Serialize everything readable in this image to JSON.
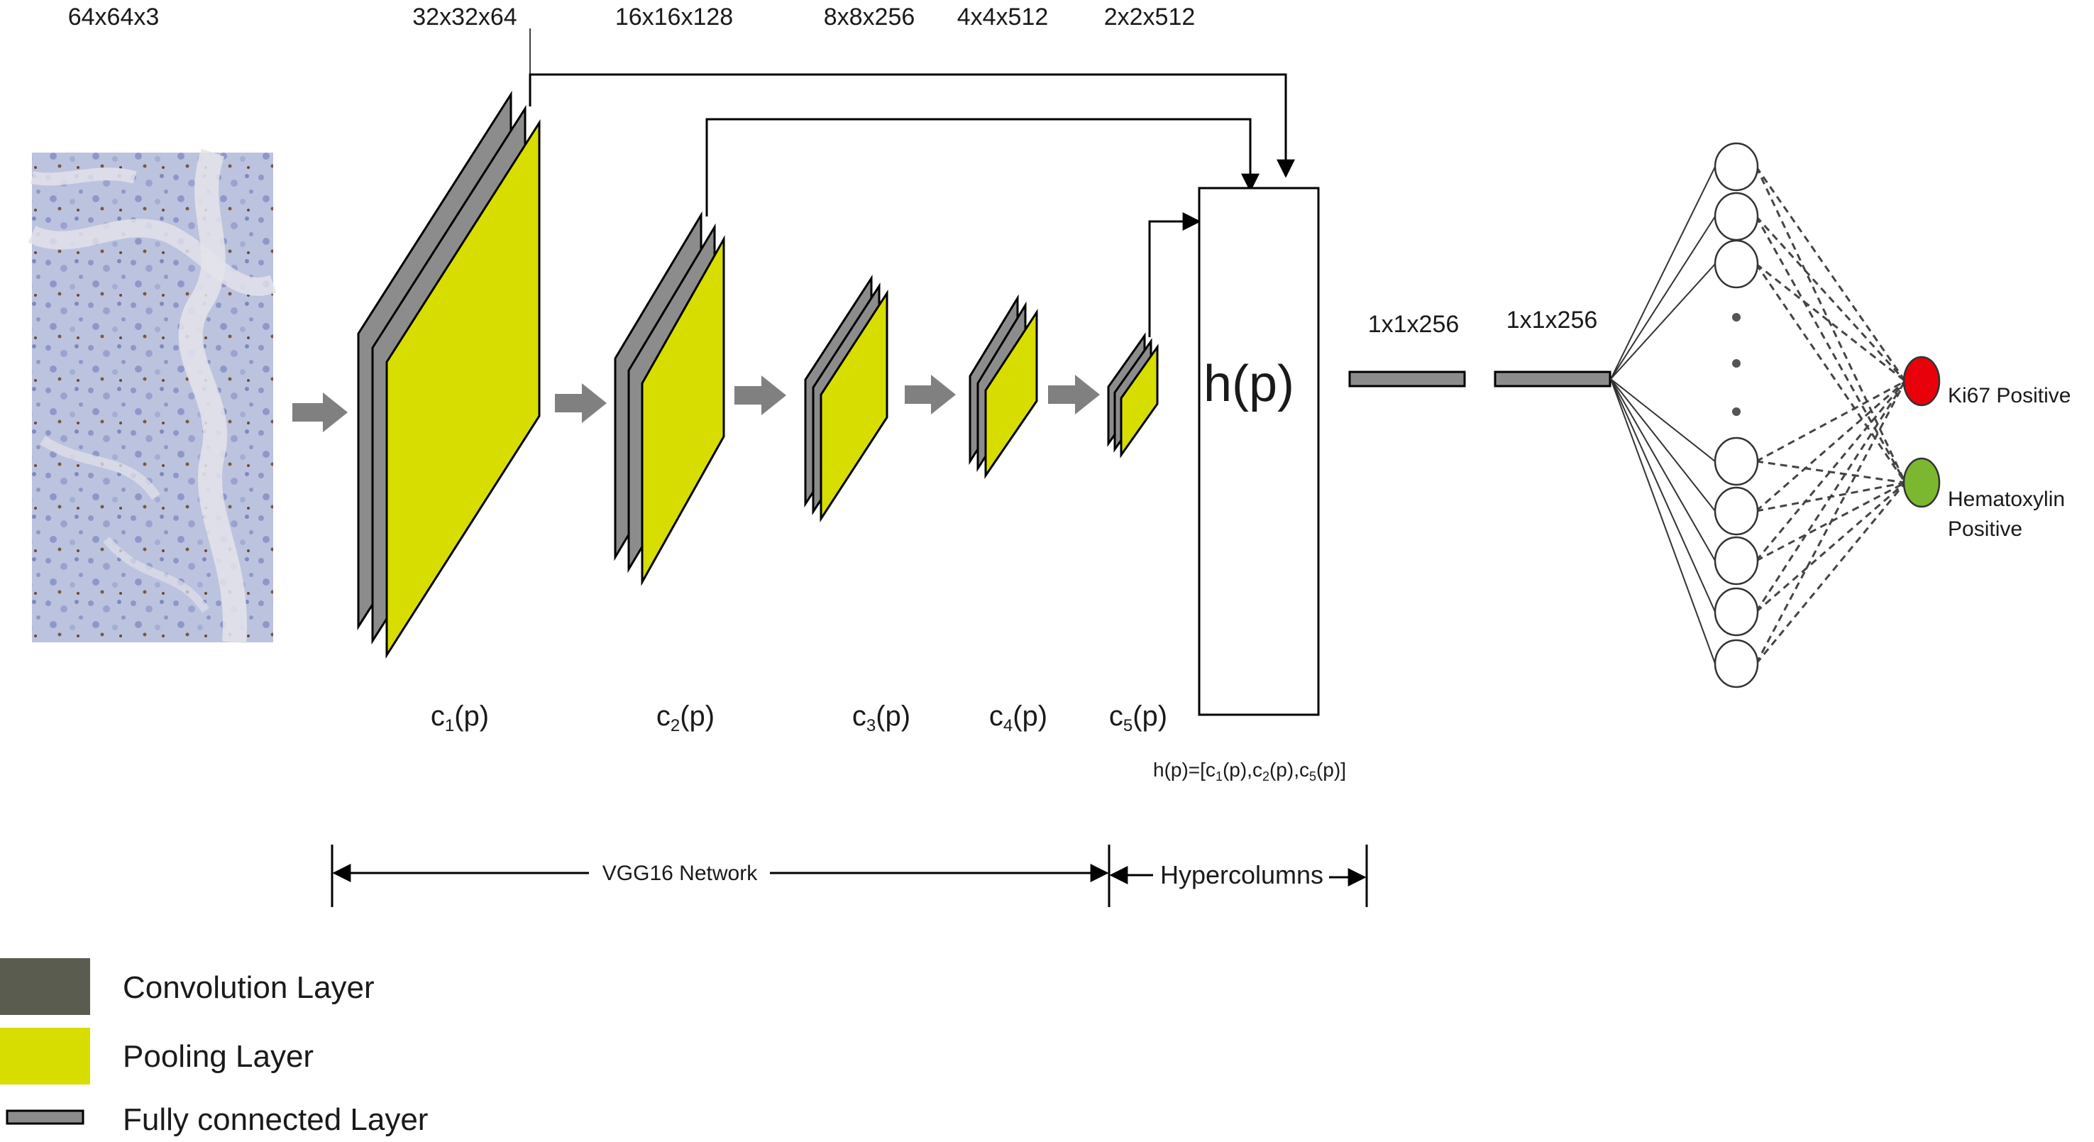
{
  "dims": {
    "input": "64x64x3",
    "c1": "32x32x64",
    "c2": "16x16x128",
    "c3": "8x8x256",
    "c4": "4x4x512",
    "c5": "2x2x512"
  },
  "layer_labels": {
    "c1": {
      "main": "c",
      "sub": "1",
      "tail": "(p)"
    },
    "c2": {
      "main": "c",
      "sub": "2",
      "tail": "(p)"
    },
    "c3": {
      "main": "c",
      "sub": "3",
      "tail": "(p)"
    },
    "c4": {
      "main": "c",
      "sub": "4",
      "tail": "(p)"
    },
    "c5": {
      "main": "c",
      "sub": "5",
      "tail": "(p)"
    }
  },
  "hypercolumn": {
    "label": "h(p)",
    "formula": {
      "prefix": "h(p)=[c",
      "sub1": "1",
      "mid1": "(p),c",
      "sub2": "2",
      "mid2": "(p),c",
      "sub3": "5",
      "suffix": "(p)]"
    }
  },
  "fc_dims": {
    "fc1": "1x1x256",
    "fc2": "1x1x256"
  },
  "spans": {
    "vgg": "VGG16 Network",
    "hyper": "Hypercolumns"
  },
  "outputs": {
    "ki67": {
      "line1": "Ki67 Positive"
    },
    "hematoxylin": {
      "line1": "Hematoxylin",
      "line2": "Positive"
    }
  },
  "legend": {
    "conv": "Convolution Layer",
    "pool": "Pooling Layer",
    "fc": "Fully connected Layer"
  },
  "colors": {
    "conv_gray": "#8c8c8c",
    "pool_yellow": "#d8dd00",
    "legend_conv": "#5a5c50",
    "arrow_gray": "#808080",
    "ki67_red": "#e8000b",
    "hematoxylin_green": "#7cb82f",
    "tissue_bg": "#b9c0dd"
  }
}
